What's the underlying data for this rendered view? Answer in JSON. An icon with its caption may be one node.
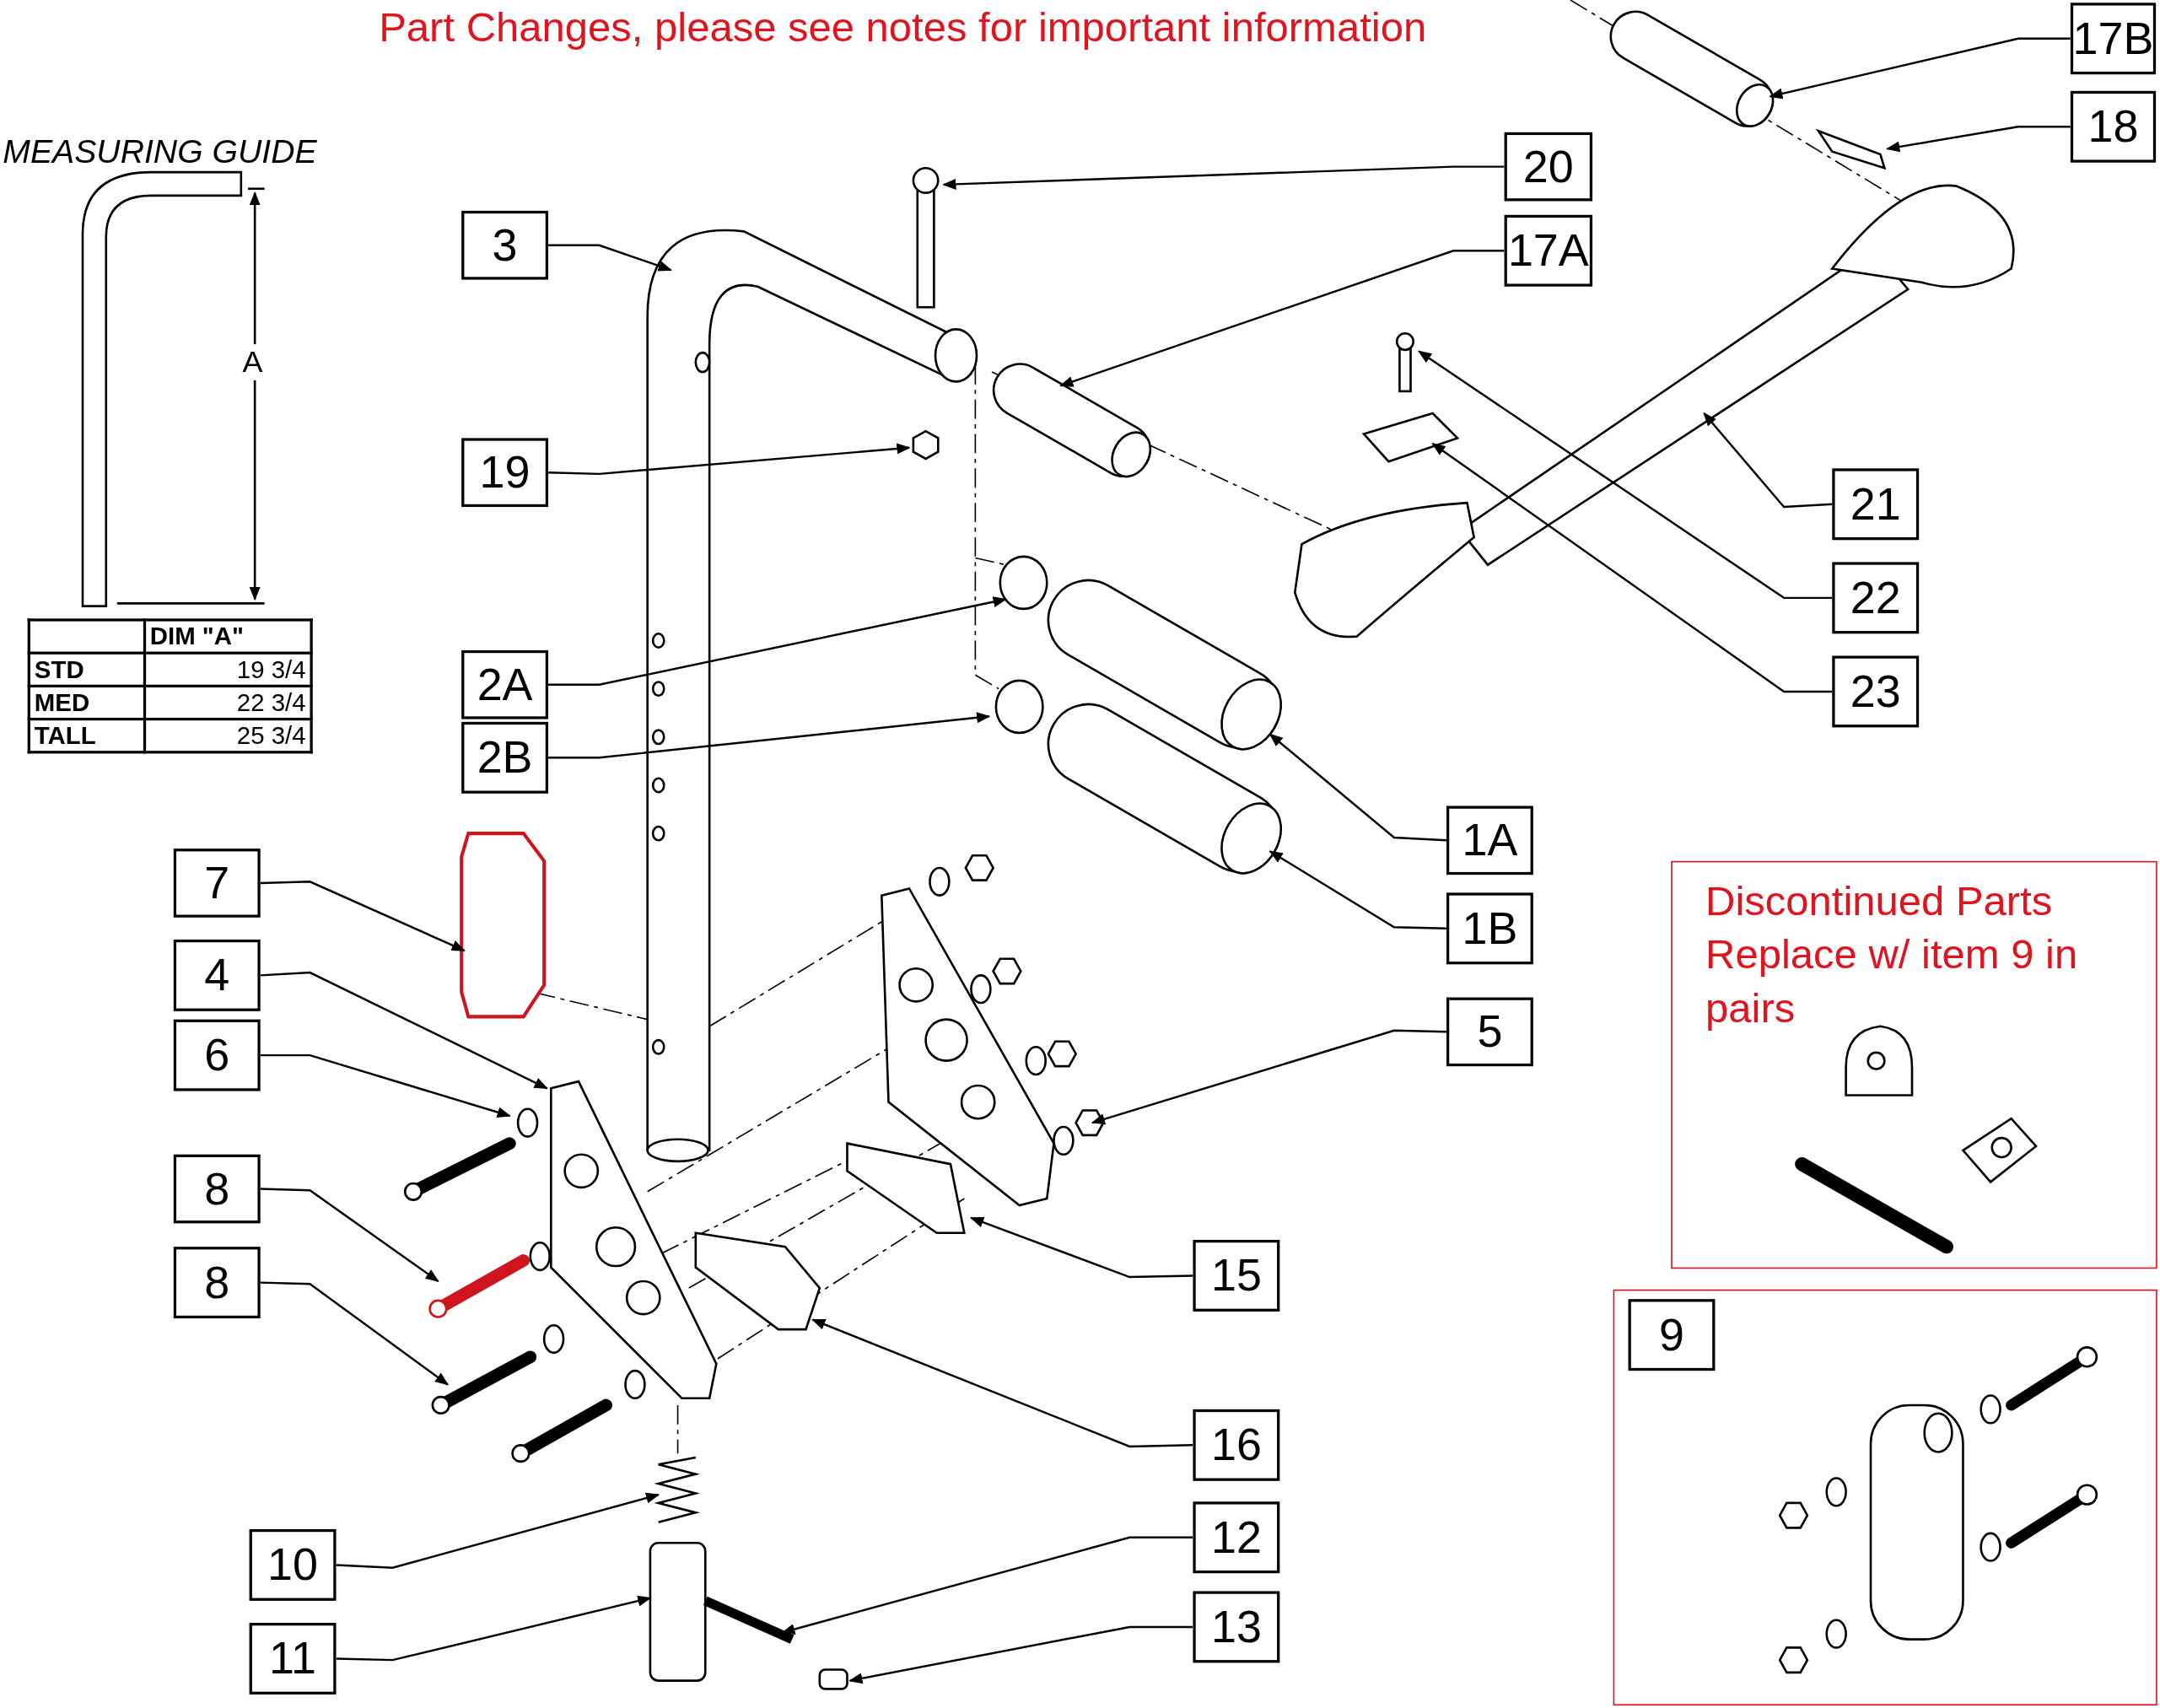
{
  "diagram": {
    "title": "Part Changes, please see notes for important information",
    "nodes": [
      {
        "text": [
          "17B"
        ]
      },
      {
        "text": [
          "18"
        ]
      },
      {
        "text": [
          "20"
        ]
      },
      {
        "text": [
          "3"
        ]
      },
      {
        "text": [
          "17A"
        ]
      },
      {
        "text": [
          "19"
        ]
      },
      {
        "text": [
          "21"
        ]
      },
      {
        "text": [
          "22"
        ]
      },
      {
        "text": [
          "23"
        ]
      },
      {
        "text": [
          "2A"
        ]
      },
      {
        "text": [
          "2B"
        ]
      },
      {
        "text": [
          "1A"
        ]
      },
      {
        "text": [
          "7"
        ]
      },
      {
        "text": [
          "1B"
        ]
      },
      {
        "text": [
          "Discontinued Parts Replace w/ item 9 in pairs"
        ]
      },
      {
        "text": [
          "4"
        ]
      },
      {
        "text": [
          "5"
        ]
      },
      {
        "text": [
          "6"
        ]
      },
      {
        "text": [
          "8"
        ]
      },
      {
        "text": [
          "15"
        ]
      },
      {
        "text": [
          "8"
        ]
      },
      {
        "text": [],
        "shape": "box"
      },
      {
        "text": [
          "9"
        ],
        "in": 21
      },
      {
        "text": [
          "16"
        ]
      },
      {
        "text": [
          "10"
        ]
      },
      {
        "text": [
          "12"
        ]
      },
      {
        "text": [
          "11"
        ]
      },
      {
        "text": [
          "13"
        ]
      }
    ],
    "edges": [
      {
        "from": 0,
        "to": null,
        "arrow": "to"
      },
      {
        "from": 1,
        "to": null,
        "arrow": "to"
      },
      {
        "from": 2,
        "to": null,
        "arrow": "to"
      },
      {
        "from": 3,
        "to": null,
        "arrow": "to"
      },
      {
        "from": 4,
        "to": null,
        "arrow": "to"
      },
      {
        "from": 5,
        "to": null,
        "arrow": "to"
      },
      {
        "from": 6,
        "to": null,
        "arrow": "to"
      },
      {
        "from": 7,
        "to": null,
        "arrow": "to"
      },
      {
        "from": 8,
        "to": null,
        "arrow": "to"
      },
      {
        "from": 9,
        "to": null,
        "arrow": "to"
      },
      {
        "from": 10,
        "to": null,
        "arrow": "to"
      },
      {
        "from": 11,
        "to": null,
        "arrow": "to"
      },
      {
        "from": 12,
        "to": null,
        "arrow": "to"
      },
      {
        "from": 13,
        "to": null,
        "arrow": "to"
      },
      {
        "from": 15,
        "to": null,
        "arrow": "to"
      },
      {
        "from": 16,
        "to": null,
        "arrow": "to"
      },
      {
        "from": 17,
        "to": null,
        "arrow": "to"
      },
      {
        "from": 18,
        "to": null,
        "arrow": "to"
      },
      {
        "from": 19,
        "to": null,
        "arrow": "to"
      },
      {
        "from": 20,
        "to": null,
        "arrow": "to"
      },
      {
        "from": 23,
        "to": null,
        "arrow": "to"
      },
      {
        "from": 24,
        "to": null,
        "arrow": "to"
      },
      {
        "from": 25,
        "to": null,
        "arrow": "to"
      },
      {
        "from": 26,
        "to": null,
        "arrow": "to"
      },
      {
        "from": 27,
        "to": null,
        "arrow": "to"
      }
    ],
    "labels": [
      "MEASURING GUIDE",
      "A",
      "DIM \"A\"",
      "STD",
      "19 3/4",
      "MED",
      "22 3/4",
      "TALL",
      "25 3/4"
    ]
  }
}
